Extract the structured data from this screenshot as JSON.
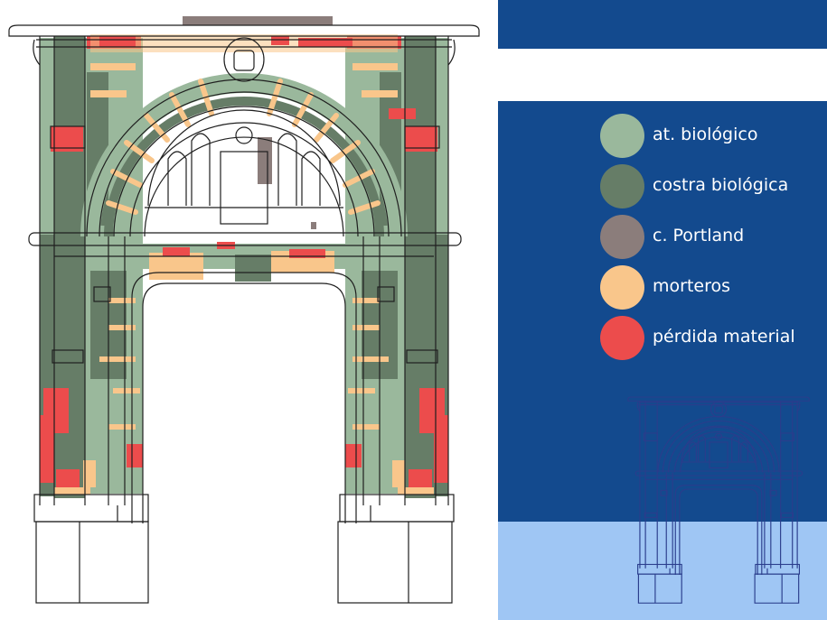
{
  "legend": [
    {
      "label": "at. biológico",
      "color": "#9ab89c"
    },
    {
      "label": "costra biológica",
      "color": "#667d67"
    },
    {
      "label": "c. Portland",
      "color": "#8b7d7b"
    },
    {
      "label": "morteros",
      "color": "#f9c68b"
    },
    {
      "label": "pérdida material",
      "color": "#ec4c4c"
    }
  ],
  "colors": {
    "panel_dark": "#134a8e",
    "panel_light": "#9fc6f4",
    "line": "#1f1f1f",
    "thumbnail_line": "#2a3d8c"
  }
}
